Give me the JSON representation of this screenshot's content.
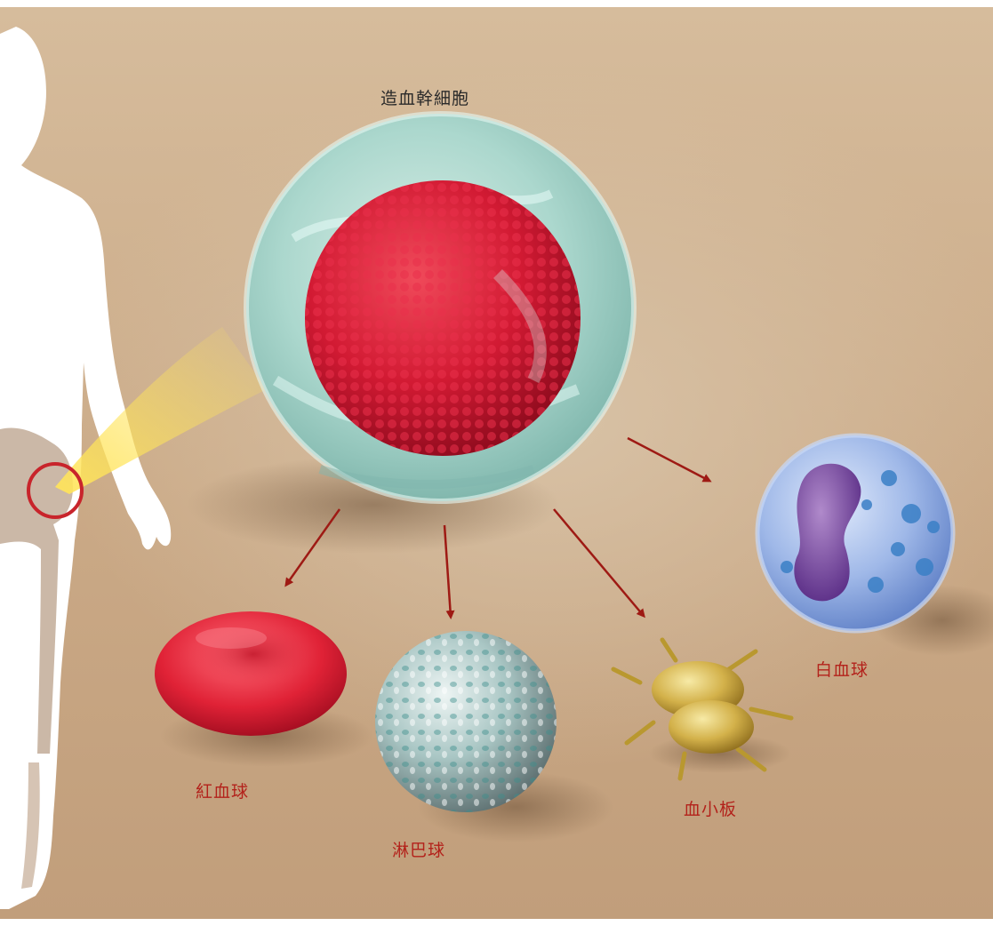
{
  "labels": {
    "stem_cell": "造血幹細胞",
    "red_blood_cell": "紅血球",
    "lymphocyte": "淋巴球",
    "platelet": "血小板",
    "white_blood_cell": "白血球"
  },
  "colors": {
    "stem_label": "#2a2a2a",
    "cell_label": "#b3221b",
    "arrow": "#9e1a14",
    "highlight_ring": "#c8242b",
    "background": "#cfb291"
  }
}
